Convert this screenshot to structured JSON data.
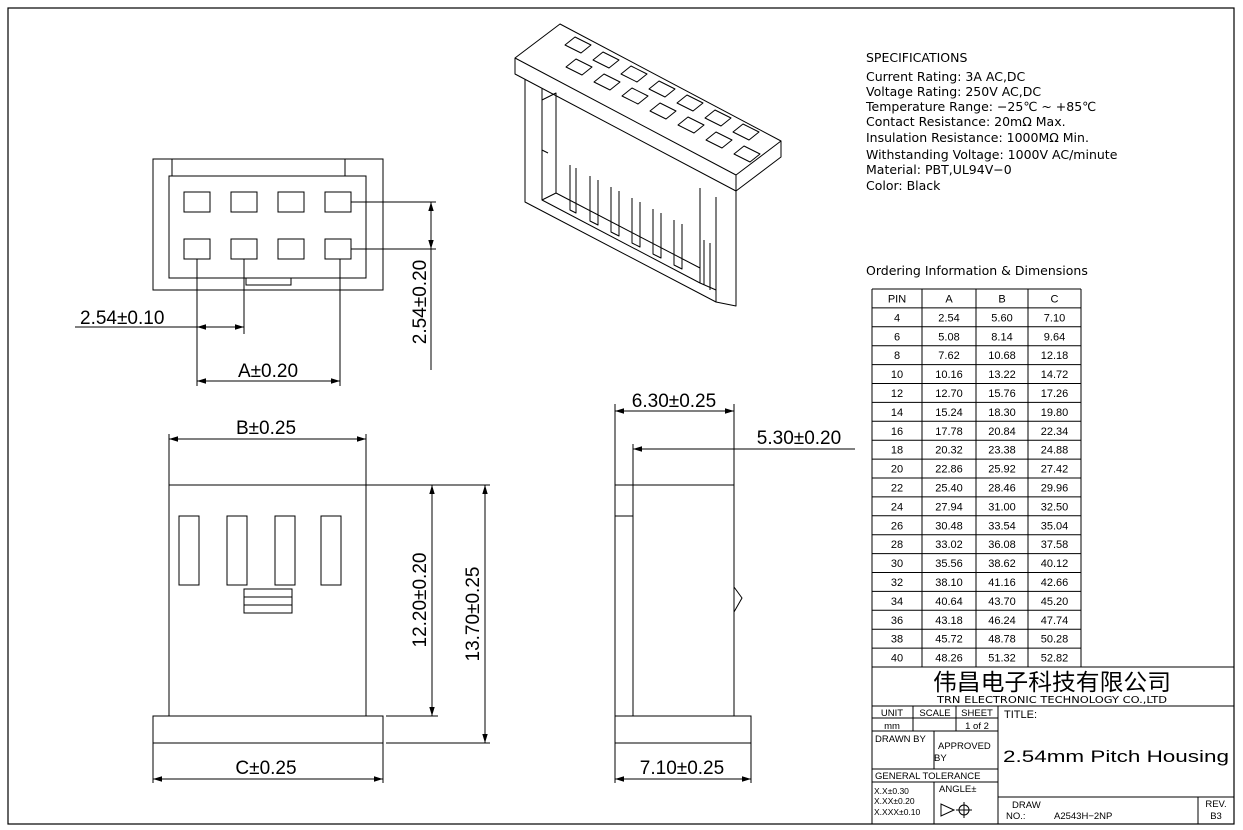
{
  "specifications": {
    "heading": "SPECIFICATIONS",
    "lines": [
      "Current Rating:  3A  AC,DC",
      "Voltage Rating:  250V  AC,DC",
      "Temperature Range:  −25℃  ~  +85℃",
      "Contact Resistance:  20mΩ  Max.",
      "Insulation Resistance:  1000MΩ  Min.",
      "Withstanding Voltage:  1000V  AC/minute",
      "Material:  PBT,UL94V−0",
      "Color: Black"
    ]
  },
  "ordering": {
    "heading": "Ordering Information  &  Dimensions",
    "columns": [
      "PIN",
      "A",
      "B",
      "C"
    ],
    "rows": [
      [
        "4",
        "2.54",
        "5.60",
        "7.10"
      ],
      [
        "6",
        "5.08",
        "8.14",
        "9.64"
      ],
      [
        "8",
        "7.62",
        "10.68",
        "12.18"
      ],
      [
        "10",
        "10.16",
        "13.22",
        "14.72"
      ],
      [
        "12",
        "12.70",
        "15.76",
        "17.26"
      ],
      [
        "14",
        "15.24",
        "18.30",
        "19.80"
      ],
      [
        "16",
        "17.78",
        "20.84",
        "22.34"
      ],
      [
        "18",
        "20.32",
        "23.38",
        "24.88"
      ],
      [
        "20",
        "22.86",
        "25.92",
        "27.42"
      ],
      [
        "22",
        "25.40",
        "28.46",
        "29.96"
      ],
      [
        "24",
        "27.94",
        "31.00",
        "32.50"
      ],
      [
        "26",
        "30.48",
        "33.54",
        "35.04"
      ],
      [
        "28",
        "33.02",
        "36.08",
        "37.58"
      ],
      [
        "30",
        "35.56",
        "38.62",
        "40.12"
      ],
      [
        "32",
        "38.10",
        "41.16",
        "42.66"
      ],
      [
        "34",
        "40.64",
        "43.70",
        "45.20"
      ],
      [
        "36",
        "43.18",
        "46.24",
        "47.74"
      ],
      [
        "38",
        "45.72",
        "48.78",
        "50.28"
      ],
      [
        "40",
        "48.26",
        "51.32",
        "52.82"
      ]
    ]
  },
  "dimensions": {
    "pitch": "2.54±0.10",
    "a": "A±0.20",
    "row_pitch": "2.54±0.20",
    "b": "B±0.25",
    "c": "C±0.25",
    "height_inner": "12.20±0.20",
    "height_total": "13.70±0.25",
    "depth_top": "6.30±0.25",
    "depth_inner": "5.30±0.20",
    "depth_bottom": "7.10±0.25"
  },
  "title_block": {
    "company_cn": "伟昌电子科技有限公司",
    "company_en": "TRN  ELECTRONIC  TECHNOLOGY  CO.,LTD",
    "unit_label": "UNIT",
    "scale_label": "SCALE",
    "sheet_label": "SHEET",
    "unit_value": "mm",
    "sheet_value": "1  of  2",
    "title_label": "TITLE:",
    "title_value": "2.54mm  Pitch  Housing",
    "drawn_by": "DRAWN  BY",
    "approved": "APPROVED",
    "approved_by": "BY",
    "general_tolerance": "GENERAL  TOLERANCE",
    "tol_1": "X.X±0.30",
    "tol_2": "X.XX±0.20",
    "tol_3": "X.XXX±0.10",
    "angle": "ANGLE±",
    "draw_label": "DRAW",
    "no_label": "NO.:",
    "draw_no": "A2543H−2NP",
    "rev_label": "REV.",
    "rev_value": "B3"
  }
}
